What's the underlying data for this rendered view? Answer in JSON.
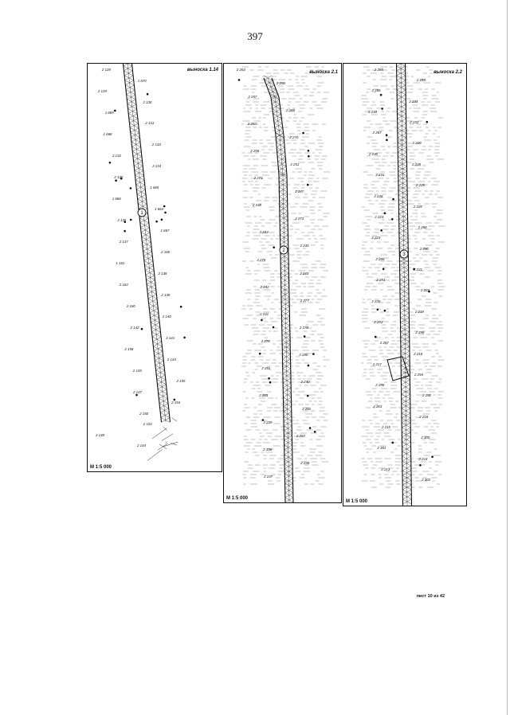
{
  "page_number": "397",
  "sheet_label": "лист 10 из 42",
  "panels": [
    {
      "title": "выноска 1.14",
      "scale": "М 1:5 000",
      "circle_marker": "1",
      "labels": [
        "2 128",
        "1 670",
        "2 129",
        "2 130",
        "1 669",
        "2 131",
        "1 668",
        "2 133",
        "2 132",
        "2 134",
        "2 135",
        "1 665",
        "1 666",
        "1 664",
        "2 136",
        "1 667",
        "2 137",
        "2 165",
        "1 161",
        "2 138",
        "2 162",
        "2 139",
        "2 160",
        "2 140",
        "2 142",
        "2 141",
        "2 158",
        "2 143",
        "2 145",
        "2 155",
        "2 147",
        "2 154",
        "2 150",
        "2 152",
        "2 148",
        "2 144"
      ]
    },
    {
      "title": "выноска 2.1",
      "scale": "М 1:5 000",
      "circle_marker": "2",
      "labels": [
        "2 263",
        "2 258",
        "2 257",
        "2 269",
        "2 250",
        "2 270",
        "2 258",
        "2 251",
        "2 271",
        "2 247",
        "2 248",
        "2 273",
        "2 244",
        "2 245",
        "2 275",
        "2 243",
        "2 242",
        "2 277",
        "2 241",
        "2 279",
        "2 278",
        "2 280",
        "2 281",
        "2 240",
        "2 283",
        "2 282",
        "2 239",
        "2 284",
        "2 236",
        "2 238",
        "2 237"
      ]
    },
    {
      "title": "выноска 2.2",
      "scale": "М 1:5 000",
      "circle_marker": "3",
      "labels": [
        "2 285",
        "2 235",
        "2 286",
        "2 234",
        "2 233",
        "2 232",
        "2 287",
        "2 229",
        "2 230",
        "2 228",
        "2 231",
        "2 225",
        "2 226",
        "2 227",
        "2 224",
        "2 288",
        "2 223",
        "2 290",
        "2 289",
        "2 221",
        "2 291",
        "2 222",
        "2 220",
        "2 219",
        "2 293",
        "2 296",
        "2 297",
        "2 218",
        "2 217",
        "2 294",
        "2 298",
        "2 292",
        "2 263",
        "2 216",
        "2 215",
        "2 300",
        "2 301",
        "2 214",
        "2 213",
        "2 302"
      ]
    }
  ]
}
